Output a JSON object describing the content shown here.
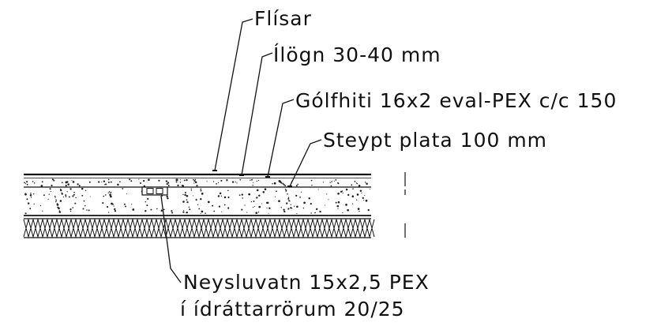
{
  "labels": {
    "tiles": "Flísar",
    "screed": "Ílögn 30-40 mm",
    "floor_heating": "Gólfhiti 16x2 eval-PEX c/c 150",
    "concrete_slab": "Steypt plata 100 mm",
    "water_pipe_line1": "Neysluvatn 15x2,5 PEX",
    "water_pipe_line2": "í ídráttarrörum 20/25"
  },
  "colors": {
    "ink": "#111111",
    "background": "#ffffff"
  }
}
